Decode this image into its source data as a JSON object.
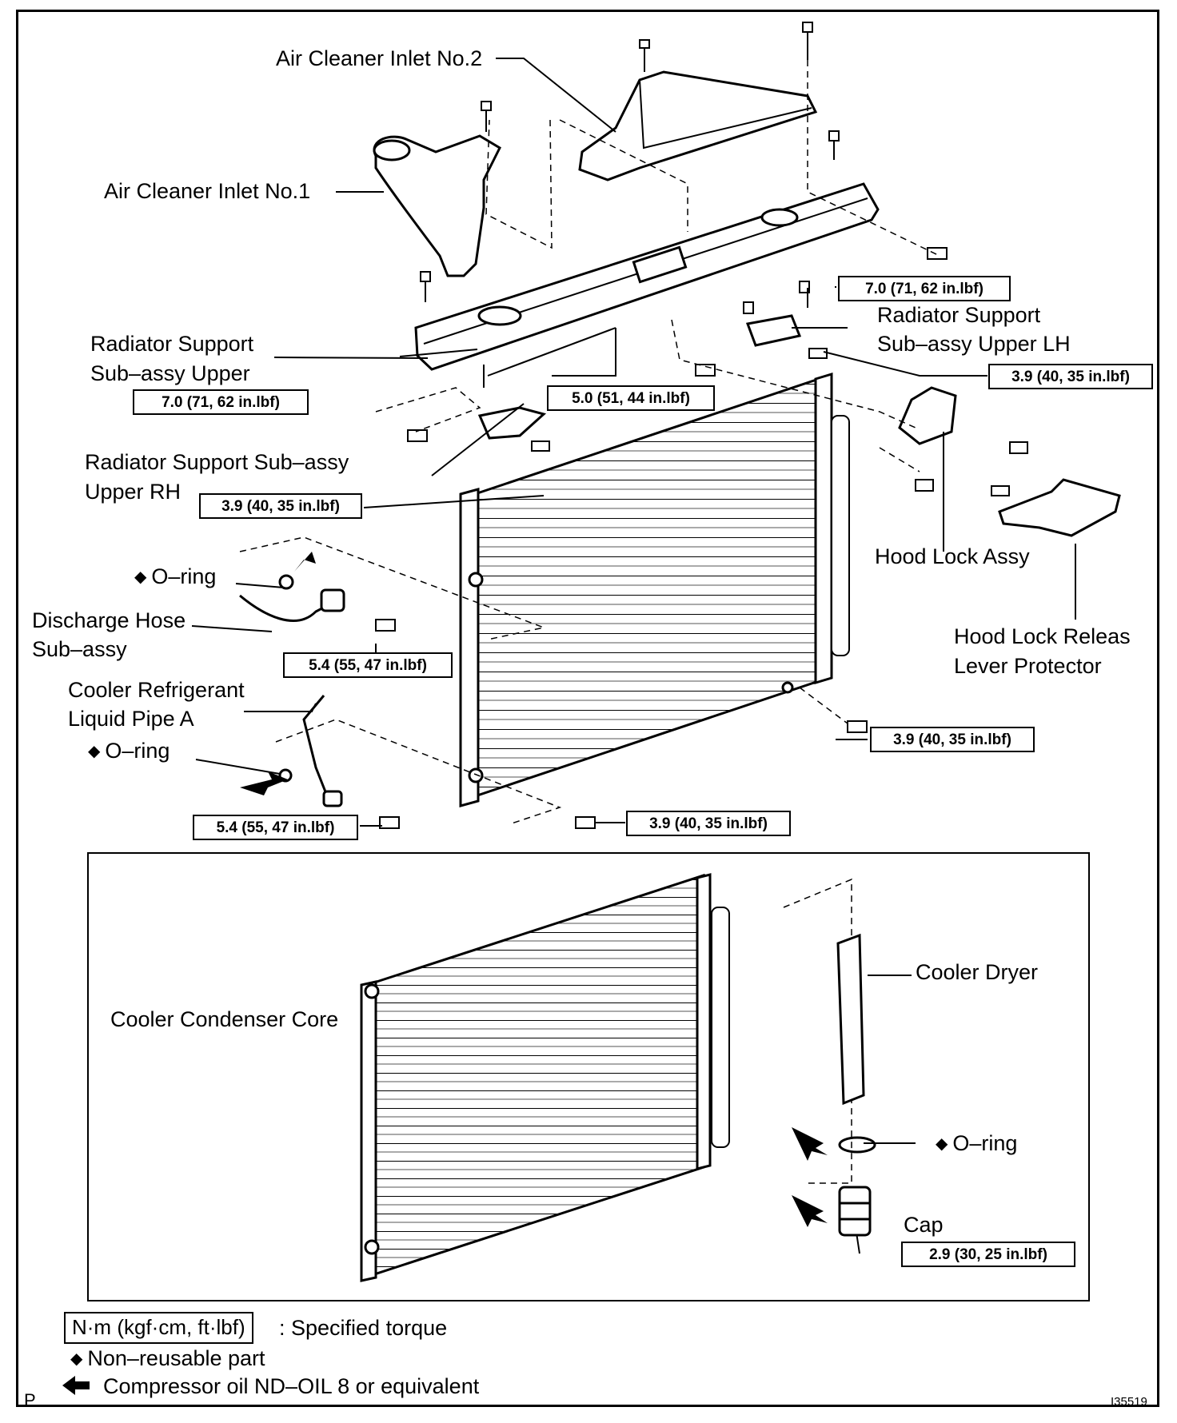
{
  "labels": {
    "air_cleaner_inlet_2": "Air Cleaner Inlet No.2",
    "air_cleaner_inlet_1": "Air Cleaner Inlet No.1",
    "rad_support_upper_l1": "Radiator Support",
    "rad_support_upper_l2": "Sub–assy Upper",
    "rad_support_lh_l1": "Radiator Support",
    "rad_support_lh_l2": "Sub–assy Upper LH",
    "rad_support_rh_l1": "Radiator Support Sub–assy",
    "rad_support_rh_l2": "Upper RH",
    "oring_1": "O–ring",
    "discharge_hose_l1": "Discharge Hose",
    "discharge_hose_l2": "Sub–assy",
    "hood_lock_assy": "Hood Lock Assy",
    "hood_lock_releas_l1": "Hood Lock Releas",
    "hood_lock_releas_l2": "Lever Protector",
    "cooler_pipe_l1": "Cooler Refrigerant",
    "cooler_pipe_l2": "Liquid Pipe A",
    "oring_2": "O–ring",
    "cooler_condenser_core": "Cooler Condenser Core",
    "cooler_dryer": "Cooler Dryer",
    "oring_3": "O–ring",
    "cap": "Cap"
  },
  "torques": {
    "t_upper_lh_top": "7.0 (71, 62 in.lbf)",
    "t_upper_lh_side": "3.9 (40, 35 in.lbf)",
    "t_upper_left": "7.0 (71, 62 in.lbf)",
    "t_center": "5.0 (51, 44 in.lbf)",
    "t_rh": "3.9 (40, 35 in.lbf)",
    "t_discharge": "5.4 (55, 47 in.lbf)",
    "t_condenser_right": "3.9 (40, 35 in.lbf)",
    "t_condenser_bottom": "3.9 (40, 35 in.lbf)",
    "t_pipe": "5.4 (55, 47 in.lbf)",
    "t_cap": "2.9 (30, 25 in.lbf)"
  },
  "legend": {
    "torque_box": "N·m (kgf·cm, ft·lbf)",
    "torque_desc": ": Specified torque",
    "nonreusable": "Non–reusable part",
    "oil": "Compressor oil ND–OIL 8 or equivalent"
  },
  "corner": {
    "left": "P",
    "right": "I35519"
  }
}
